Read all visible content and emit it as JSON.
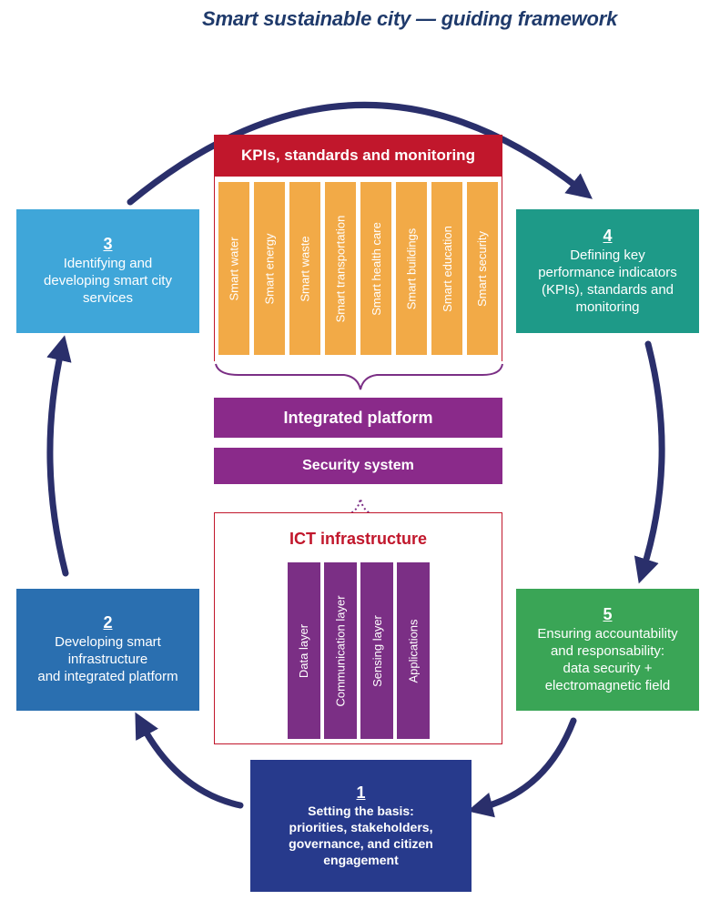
{
  "title": "Smart sustainable city — guiding framework",
  "steps": {
    "s1": {
      "number": "1",
      "text": "Setting the basis:\npriorities, stakeholders,\ngovernance, and citizen\nengagement",
      "color": "#273a8c"
    },
    "s2": {
      "number": "2",
      "text": "Developing smart\ninfrastructure\nand integrated platform",
      "color": "#2a6fb0"
    },
    "s3": {
      "number": "3",
      "text": "Identifying and\ndeveloping smart city\nservices",
      "color": "#3fa6d9"
    },
    "s4": {
      "number": "4",
      "text": "Defining key\nperformance indicators\n(KPIs), standards and\nmonitoring",
      "color": "#1e9a88"
    },
    "s5": {
      "number": "5",
      "text": "Ensuring accountability\nand responsability:\ndata security +\nelectromagnetic field",
      "color": "#3aa556"
    }
  },
  "kpi_header": "KPIs, standards and monitoring",
  "services": [
    "Smart water",
    "Smart energy",
    "Smart waste",
    "Smart transportation",
    "Smart health care",
    "Smart buildings",
    "Smart education",
    "Smart security"
  ],
  "platform": "Integrated platform",
  "security": "Security system",
  "ict": {
    "title": "ICT infrastructure",
    "layers": [
      "Data layer",
      "Communication layer",
      "Sensing layer",
      "Applications"
    ]
  },
  "colors": {
    "arrow": "#2a2f6b",
    "kpi_red": "#c1172c",
    "service_orange": "#f2aa47",
    "platform_purple": "#8a2a8a",
    "layer_purple": "#7b2f85"
  }
}
